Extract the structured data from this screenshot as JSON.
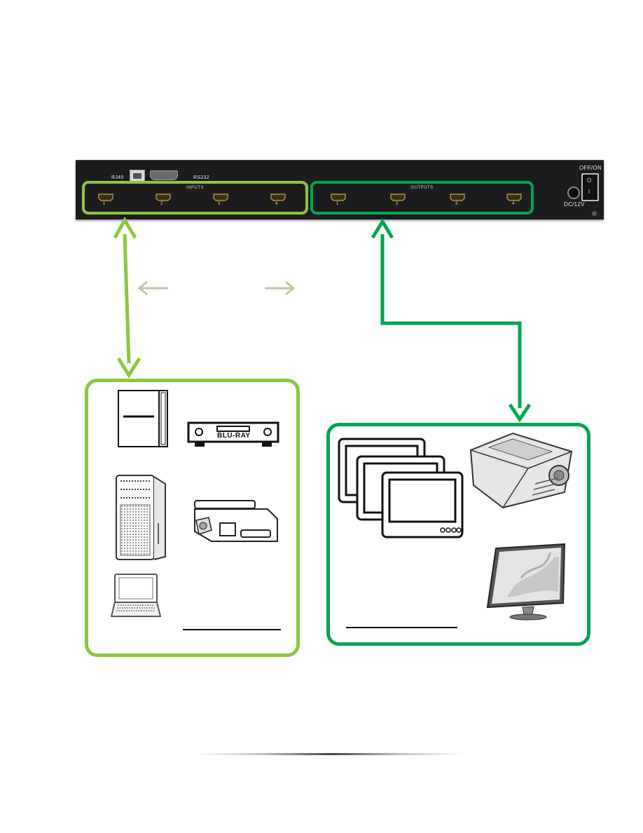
{
  "panel": {
    "rj45_label": "RJ45",
    "rs232_label": "RS232",
    "inputs_label": "INPUTS",
    "outputs_label": "OUTPUTS",
    "input_ports": [
      "1",
      "2",
      "3",
      "4"
    ],
    "output_ports": [
      "1",
      "2",
      "3",
      "4"
    ],
    "dc_label": "DC/12V",
    "switch_label": "OFF/ON",
    "switch_off_symbol": "O",
    "switch_on_symbol": "I"
  },
  "sources": {
    "bluray_text": "BLU-RAY",
    "devices": [
      "game-console-icon",
      "blu-ray-player-icon",
      "desktop-tower-icon",
      "camcorder-icon",
      "laptop-icon"
    ]
  },
  "displays": {
    "devices": [
      "tv-stack-icon",
      "projector-icon",
      "lcd-monitor-icon"
    ]
  },
  "colors": {
    "input_green": "#8cc63f",
    "output_green": "#00a651",
    "direction_arrows": "#c7c19f",
    "panel": "#1c1c1e"
  }
}
